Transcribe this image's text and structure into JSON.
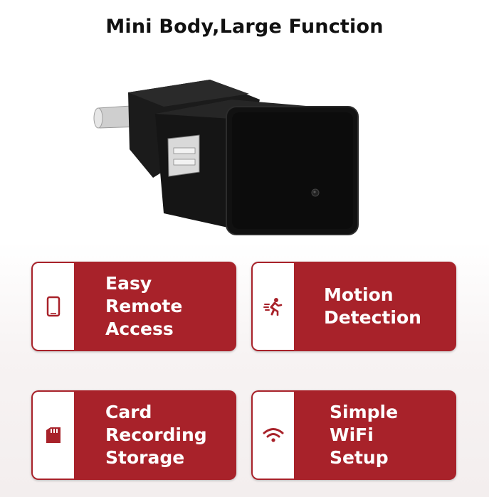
{
  "title": "Mini Body,Large Function",
  "features": [
    {
      "lines": [
        "Easy",
        "Remote",
        "Access"
      ],
      "icon": "phone-icon"
    },
    {
      "lines": [
        "Motion",
        "Detection"
      ],
      "icon": "running-person-icon"
    },
    {
      "lines": [
        "Card",
        "Recording",
        "Storage"
      ],
      "icon": "sd-card-icon"
    },
    {
      "lines": [
        "Simple",
        "WiFi",
        "Setup"
      ],
      "icon": "wifi-icon"
    }
  ],
  "colors": {
    "accent": "#a8222a",
    "title": "#111111"
  }
}
